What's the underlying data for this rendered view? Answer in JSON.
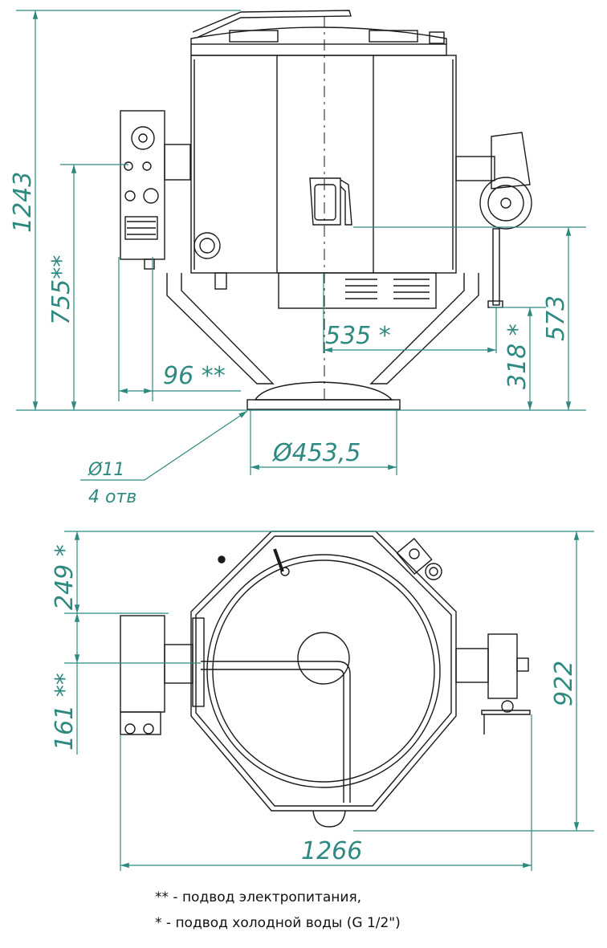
{
  "colors": {
    "dimension": "#2e8a80",
    "outline": "#1a1a1a",
    "background": "#ffffff"
  },
  "front_view": {
    "total_height": "1243",
    "electric_height": "755**",
    "water_height": "573",
    "water_offset_height": "318 *",
    "electric_offset": "96 **",
    "water_offset_horizontal": "535 *",
    "base_diameter": "Ø453,5",
    "hole_diameter": "Ø11",
    "hole_count": "4 отв"
  },
  "top_view": {
    "water_offset": "249 *",
    "electric_offset": "161 **",
    "depth": "922",
    "width": "1266"
  },
  "legend": {
    "line1": "** - подвод электропитания,",
    "line2": "* - подвод холодной воды (G 1/2\")"
  }
}
